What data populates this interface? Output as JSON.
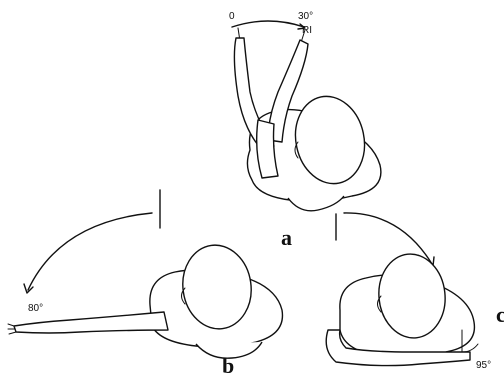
{
  "panels": [
    {
      "letter": "a",
      "angle_start": "0",
      "angle_end": "30°",
      "angle_end_note": "RI"
    },
    {
      "letter": "b",
      "angle": "80°"
    },
    {
      "letter": "c",
      "angle": "95°"
    }
  ]
}
